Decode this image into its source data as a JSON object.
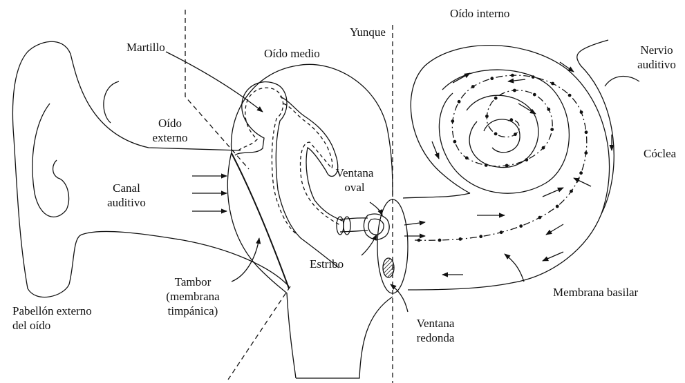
{
  "labels": {
    "martillo": "Martillo",
    "oido_medio": "Oído medio",
    "yunque": "Yunque",
    "oido_interno": "Oído interno",
    "nervio_l1": "Nervio",
    "nervio_l2": "auditivo",
    "oido_externo_l1": "Oído",
    "oido_externo_l2": "externo",
    "coclea": "Cóclea",
    "ventana_oval_l1": "Ventana",
    "ventana_oval_l2": "oval",
    "canal_l1": "Canal",
    "canal_l2": "auditivo",
    "estribo": "Estribo",
    "tambor_l1": "Tambor",
    "tambor_l2": "(membrana",
    "tambor_l3": "timpánica)",
    "membrana_basilar": "Membrana basilar",
    "pabellon_l1": "Pabellón externo",
    "pabellon_l2": "del oído",
    "ventana_redonda_l1": "Ventana",
    "ventana_redonda_l2": "redonda"
  },
  "colors": {
    "line": "#111111",
    "background": "#ffffff"
  }
}
